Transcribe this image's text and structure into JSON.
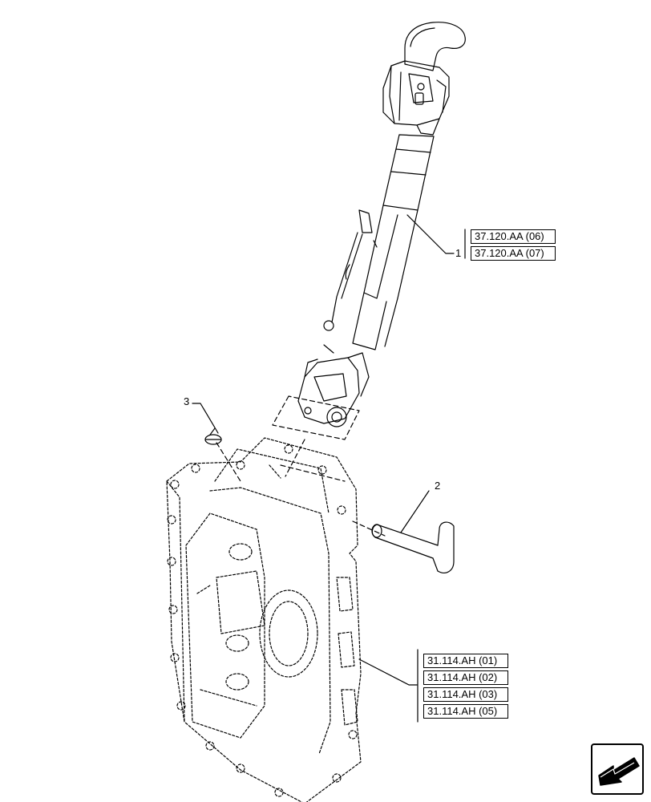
{
  "callouts": {
    "item1": "1",
    "item2": "2",
    "item3": "3"
  },
  "references": {
    "group1": [
      "37.120.AA (06)",
      "37.120.AA (07)"
    ],
    "group2": [
      "31.114.AH (01)",
      "31.114.AH (02)",
      "31.114.AH (03)",
      "31.114.AH (05)"
    ]
  },
  "icons": {
    "navigation": "arrow-down-left-icon"
  }
}
